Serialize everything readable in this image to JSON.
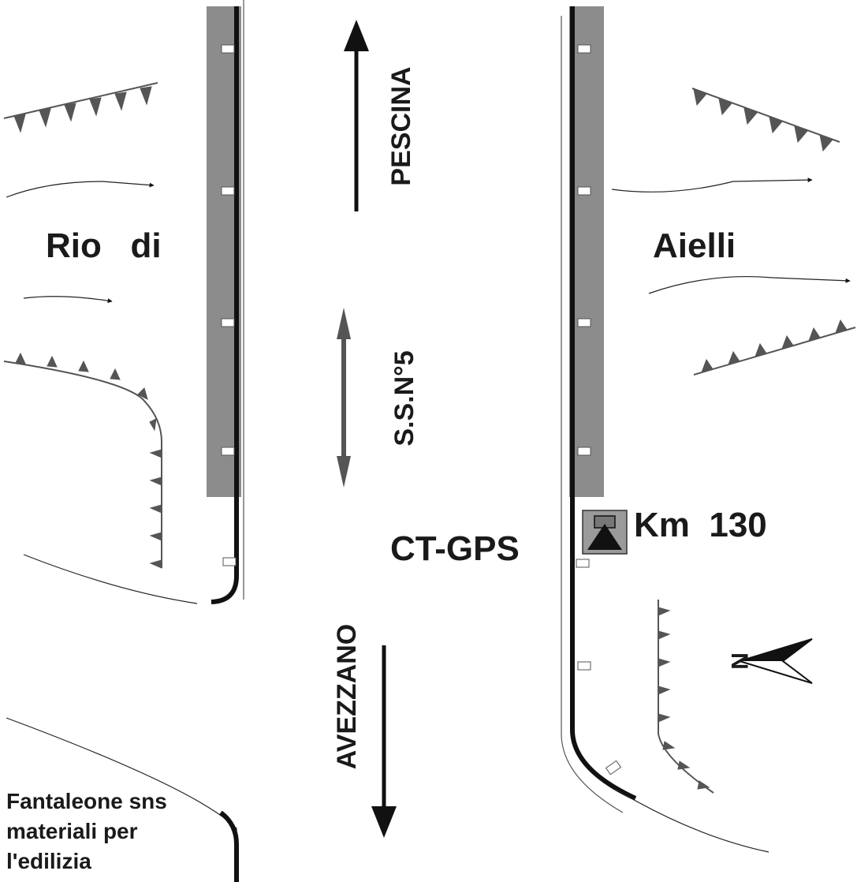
{
  "map": {
    "places": {
      "left_place": "Rio   di",
      "right_place": "Aielli"
    },
    "directions": {
      "north": "PESCINA",
      "road": "S.S.N°5",
      "south": "AVEZZANO"
    },
    "station": {
      "name": "CT-GPS",
      "km": "Km  130"
    },
    "compass": {
      "label": "N",
      "icon": "north-arrow-icon"
    },
    "business": {
      "lines": [
        "Fantaleone sns",
        "materiali per",
        "l'edilizia"
      ]
    },
    "colors": {
      "road_band": "#8c8c8c",
      "line": "#111111",
      "hatch": "#555555"
    }
  }
}
